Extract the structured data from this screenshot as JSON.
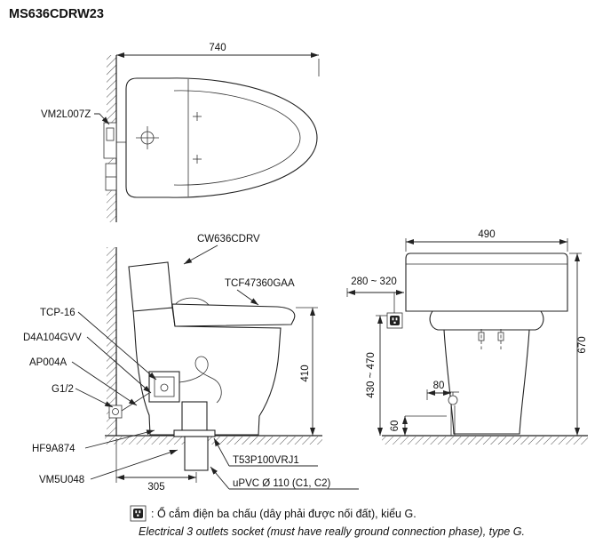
{
  "title": "MS636CDRW23",
  "top_view": {
    "dim_width": "740",
    "label_remote": "VM2L007Z"
  },
  "side_view": {
    "labels": {
      "bowl": "CW636CDRV",
      "washlet": "TCF47360GAA",
      "valve": "TCP-16",
      "inlet": "D4A104GVV",
      "stop_valve": "AP004A",
      "supply": "G1/2",
      "seal": "HF9A874",
      "socket_part": "VM5U048",
      "flange": "T53P100VRJ1",
      "pipe": "uPVC Ø 110 (C1, C2)"
    },
    "dims": {
      "seat_height": "410",
      "drain_offset": "305"
    }
  },
  "front_view": {
    "dims": {
      "width": "490",
      "socket_offset": "280 ~ 320",
      "socket_height": "430 ~ 470",
      "total_height": "670",
      "supply_offset": "80",
      "supply_height": "60"
    }
  },
  "note": {
    "vi": ": Ổ cắm điện ba chấu (dây phải được nối đất), kiểu G.",
    "en": "Electrical 3 outlets socket (must have really ground connection phase), type G."
  }
}
